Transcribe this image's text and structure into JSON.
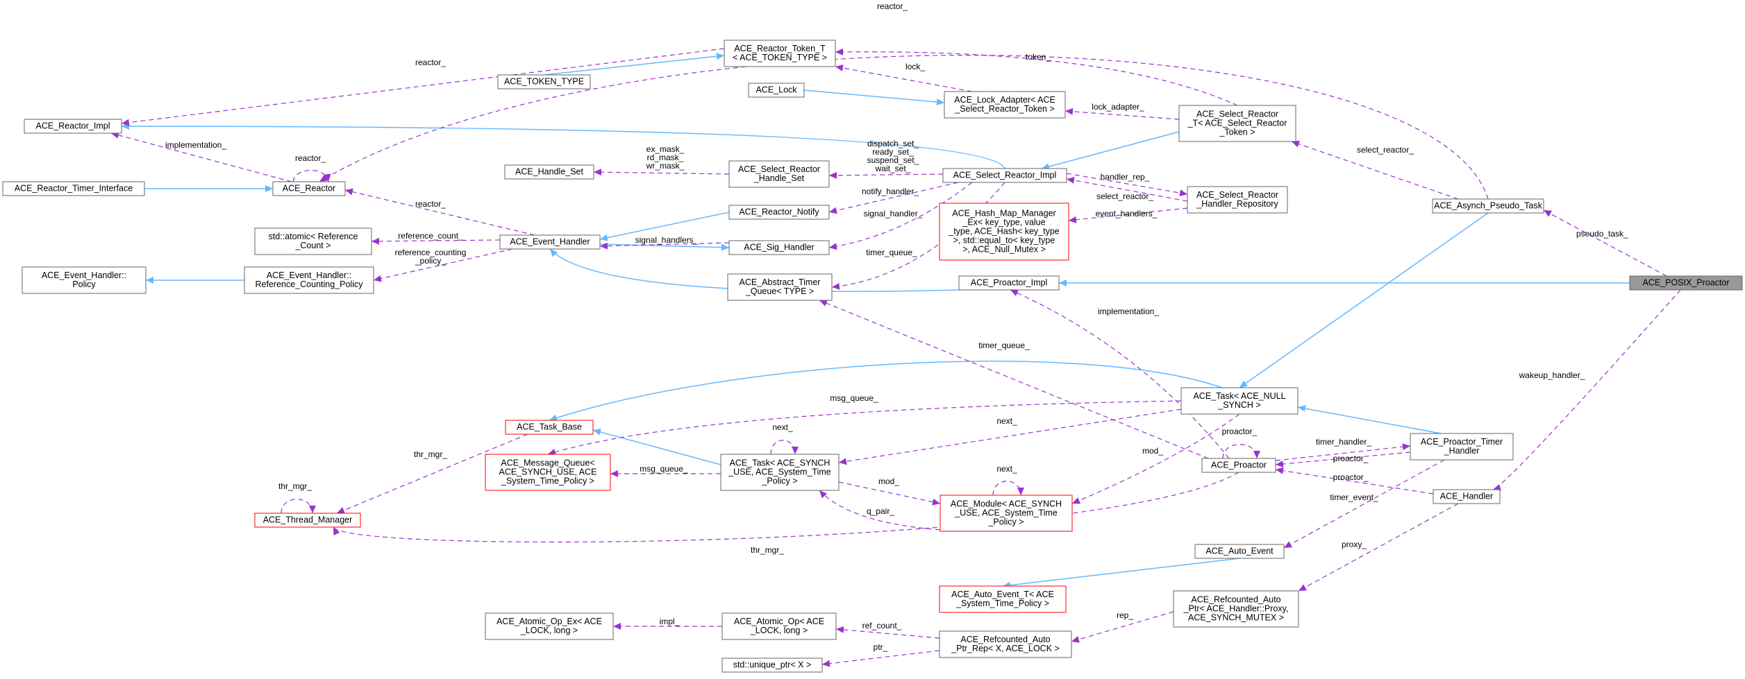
{
  "nodes": [
    {
      "id": "posix_proactor",
      "lines": [
        "ACE_POSIX_Proactor"
      ],
      "style": "root"
    },
    {
      "id": "asynch_pseudo_task",
      "lines": [
        "ACE_Asynch_Pseudo_Task"
      ],
      "style": "normal"
    },
    {
      "id": "proactor_impl",
      "lines": [
        "ACE_Proactor_Impl"
      ],
      "style": "normal"
    },
    {
      "id": "handler",
      "lines": [
        "ACE_Handler"
      ],
      "style": "normal"
    },
    {
      "id": "select_reactor_t",
      "lines": [
        "ACE_Select_Reactor",
        "_T< ACE_Select_Reactor",
        "_Token >"
      ],
      "style": "normal"
    },
    {
      "id": "task_null_synch",
      "lines": [
        "ACE_Task< ACE_NULL",
        "_SYNCH >"
      ],
      "style": "normal"
    },
    {
      "id": "reactor_impl",
      "lines": [
        "ACE_Reactor_Impl"
      ],
      "style": "normal"
    },
    {
      "id": "reactor_token_t",
      "lines": [
        "ACE_Reactor_Token_T",
        "< ACE_TOKEN_TYPE >"
      ],
      "style": "normal"
    },
    {
      "id": "token_type",
      "lines": [
        "ACE_TOKEN_TYPE"
      ],
      "style": "normal"
    },
    {
      "id": "lock",
      "lines": [
        "ACE_Lock"
      ],
      "style": "normal"
    },
    {
      "id": "lock_adapter",
      "lines": [
        "ACE_Lock_Adapter< ACE",
        "_Select_Reactor_Token >"
      ],
      "style": "normal"
    },
    {
      "id": "select_reactor_impl",
      "lines": [
        "ACE_Select_Reactor_Impl"
      ],
      "style": "normal"
    },
    {
      "id": "handle_set",
      "lines": [
        "ACE_Handle_Set"
      ],
      "style": "normal"
    },
    {
      "id": "select_reactor_handle_set",
      "lines": [
        "ACE_Select_Reactor",
        "_Handle_Set"
      ],
      "style": "normal"
    },
    {
      "id": "reactor",
      "lines": [
        "ACE_Reactor"
      ],
      "style": "normal"
    },
    {
      "id": "reactor_timer_interface",
      "lines": [
        "ACE_Reactor_Timer_Interface"
      ],
      "style": "normal"
    },
    {
      "id": "reactor_notify",
      "lines": [
        "ACE_Reactor_Notify"
      ],
      "style": "normal"
    },
    {
      "id": "select_reactor_handler_repo",
      "lines": [
        "ACE_Select_Reactor",
        "_Handler_Repository"
      ],
      "style": "normal"
    },
    {
      "id": "hash_map_manager",
      "lines": [
        "ACE_Hash_Map_Manager",
        "_Ex< key_type, value",
        "_type, ACE_Hash< key_type",
        ">, std::equal_to< key_type",
        ">, ACE_Null_Mutex >"
      ],
      "style": "red"
    },
    {
      "id": "atomic_ref_count",
      "lines": [
        "std::atomic< Reference",
        "_Count >"
      ],
      "style": "normal"
    },
    {
      "id": "event_handler",
      "lines": [
        "ACE_Event_Handler"
      ],
      "style": "normal"
    },
    {
      "id": "sig_handler",
      "lines": [
        "ACE_Sig_Handler"
      ],
      "style": "normal"
    },
    {
      "id": "eh_policy",
      "lines": [
        "ACE_Event_Handler::",
        "Policy"
      ],
      "style": "normal"
    },
    {
      "id": "eh_ref_counting_policy",
      "lines": [
        "ACE_Event_Handler::",
        "Reference_Counting_Policy"
      ],
      "style": "normal"
    },
    {
      "id": "abstract_timer_queue",
      "lines": [
        "ACE_Abstract_Timer",
        "_Queue< TYPE >"
      ],
      "style": "normal"
    },
    {
      "id": "task_base",
      "lines": [
        "ACE_Task_Base"
      ],
      "style": "red"
    },
    {
      "id": "message_queue",
      "lines": [
        "ACE_Message_Queue<",
        "ACE_SYNCH_USE, ACE",
        "_System_Time_Policy >"
      ],
      "style": "red"
    },
    {
      "id": "task_synch",
      "lines": [
        "ACE_Task< ACE_SYNCH",
        "_USE, ACE_System_Time",
        "_Policy >"
      ],
      "style": "normal"
    },
    {
      "id": "thread_manager",
      "lines": [
        "ACE_Thread_Manager"
      ],
      "style": "red"
    },
    {
      "id": "module",
      "lines": [
        "ACE_Module< ACE_SYNCH",
        "_USE, ACE_System_Time",
        "_Policy >"
      ],
      "style": "red"
    },
    {
      "id": "proactor",
      "lines": [
        "ACE_Proactor"
      ],
      "style": "normal"
    },
    {
      "id": "proactor_timer_handler",
      "lines": [
        "ACE_Proactor_Timer",
        "_Handler"
      ],
      "style": "normal"
    },
    {
      "id": "auto_event",
      "lines": [
        "ACE_Auto_Event"
      ],
      "style": "normal"
    },
    {
      "id": "auto_event_t",
      "lines": [
        "ACE_Auto_Event_T< ACE",
        "_System_Time_Policy >"
      ],
      "style": "red"
    },
    {
      "id": "refcounted_auto_ptr",
      "lines": [
        "ACE_Refcounted_Auto",
        "_Ptr< ACE_Handler::Proxy,",
        "ACE_SYNCH_MUTEX >"
      ],
      "style": "normal"
    },
    {
      "id": "atomic_op_ex",
      "lines": [
        "ACE_Atomic_Op_Ex< ACE",
        "_LOCK, long >"
      ],
      "style": "normal"
    },
    {
      "id": "atomic_op",
      "lines": [
        "ACE_Atomic_Op< ACE",
        "_LOCK, long >"
      ],
      "style": "normal"
    },
    {
      "id": "refcounted_auto_ptr_rep",
      "lines": [
        "ACE_Refcounted_Auto",
        "_Ptr_Rep< X, ACE_LOCK >"
      ],
      "style": "normal"
    },
    {
      "id": "unique_ptr",
      "lines": [
        "std::unique_ptr< X >"
      ],
      "style": "normal"
    }
  ],
  "edges": [
    {
      "from": "reactor_timer_interface",
      "to": "reactor",
      "kind": "inheritance",
      "label": ""
    },
    {
      "from": "token_type",
      "to": "reactor_token_t",
      "kind": "inheritance",
      "label": ""
    },
    {
      "from": "lock",
      "to": "lock_adapter",
      "kind": "inheritance",
      "label": ""
    },
    {
      "from": "reactor_impl",
      "to": "select_reactor_impl",
      "kind": "inheritance",
      "label": ""
    },
    {
      "from": "select_reactor_impl",
      "to": "select_reactor_t",
      "kind": "inheritance",
      "label": ""
    },
    {
      "from": "event_handler",
      "to": "reactor_notify",
      "kind": "inheritance",
      "label": ""
    },
    {
      "from": "event_handler",
      "to": "sig_handler",
      "kind": "inheritance",
      "label": ""
    },
    {
      "from": "event_handler",
      "to": "proactor_impl",
      "kind": "inheritance",
      "label": ""
    },
    {
      "from": "eh_policy",
      "to": "eh_ref_counting_policy",
      "kind": "inheritance",
      "label": ""
    },
    {
      "from": "proactor_impl",
      "to": "posix_proactor",
      "kind": "inheritance",
      "label": ""
    },
    {
      "from": "task_null_synch",
      "to": "asynch_pseudo_task",
      "kind": "inheritance",
      "label": ""
    },
    {
      "from": "task_base",
      "to": "task_null_synch",
      "kind": "inheritance",
      "label": ""
    },
    {
      "from": "task_base",
      "to": "task_synch",
      "kind": "inheritance",
      "label": ""
    },
    {
      "from": "task_null_synch",
      "to": "proactor_timer_handler",
      "kind": "inheritance",
      "label": ""
    },
    {
      "from": "auto_event_t",
      "to": "auto_event",
      "kind": "inheritance",
      "label": ""
    },
    {
      "from": "asynch_pseudo_task",
      "to": "reactor",
      "kind": "usage",
      "label": "reactor_"
    },
    {
      "from": "reactor_token_t",
      "to": "reactor_impl",
      "kind": "usage",
      "label": "reactor_"
    },
    {
      "from": "reactor",
      "to": "reactor_impl",
      "kind": "usage",
      "label": "implementation_"
    },
    {
      "from": "reactor",
      "to": "reactor",
      "kind": "usage",
      "label": "reactor_"
    },
    {
      "from": "event_handler",
      "to": "reactor",
      "kind": "usage",
      "label": "reactor_"
    },
    {
      "from": "select_reactor_t",
      "to": "reactor_token_t",
      "kind": "usage",
      "label": "token_"
    },
    {
      "from": "lock_adapter",
      "to": "reactor_token_t",
      "kind": "usage",
      "label": "lock_"
    },
    {
      "from": "select_reactor_t",
      "to": "lock_adapter",
      "kind": "usage",
      "label": "lock_adapter_"
    },
    {
      "from": "select_reactor_handle_set",
      "to": "handle_set",
      "kind": "usage",
      "label": "ex_mask_\nrd_mask_\nwr_mask_"
    },
    {
      "from": "select_reactor_impl",
      "to": "select_reactor_handle_set",
      "kind": "usage",
      "label": "dispatch_set_\nready_set_\nsuspend_set_\nwait_set_"
    },
    {
      "from": "select_reactor_impl",
      "to": "reactor_notify",
      "kind": "usage",
      "label": "notify_handler_"
    },
    {
      "from": "select_reactor_impl",
      "to": "sig_handler",
      "kind": "usage",
      "label": "signal_handler_"
    },
    {
      "from": "select_reactor_impl",
      "to": "abstract_timer_queue",
      "kind": "usage",
      "label": "timer_queue_"
    },
    {
      "from": "select_reactor_impl",
      "to": "select_reactor_handler_repo",
      "kind": "usage",
      "label": "handler_rep_"
    },
    {
      "from": "select_reactor_handler_repo",
      "to": "select_reactor_impl",
      "kind": "usage",
      "label": "select_reactor_"
    },
    {
      "from": "select_reactor_handler_repo",
      "to": "hash_map_manager",
      "kind": "usage",
      "label": "event_handlers_"
    },
    {
      "from": "asynch_pseudo_task",
      "to": "select_reactor_t",
      "kind": "usage",
      "label": "select_reactor_"
    },
    {
      "from": "event_handler",
      "to": "atomic_ref_count",
      "kind": "usage",
      "label": "reference_count_"
    },
    {
      "from": "event_handler",
      "to": "eh_ref_counting_policy",
      "kind": "usage",
      "label": "reference_counting\n_policy_"
    },
    {
      "from": "sig_handler",
      "to": "event_handler",
      "kind": "usage",
      "label": "signal_handlers_"
    },
    {
      "from": "posix_proactor",
      "to": "asynch_pseudo_task",
      "kind": "usage",
      "label": "pseudo_task_"
    },
    {
      "from": "posix_proactor",
      "to": "handler",
      "kind": "usage",
      "label": "wakeup_handler_"
    },
    {
      "from": "proactor",
      "to": "proactor_impl",
      "kind": "usage",
      "label": "implementation_"
    },
    {
      "from": "proactor",
      "to": "abstract_timer_queue",
      "kind": "usage",
      "label": "timer_queue_"
    },
    {
      "from": "task_null_synch",
      "to": "message_queue",
      "kind": "usage",
      "label": "msg_queue_"
    },
    {
      "from": "task_synch",
      "to": "message_queue",
      "kind": "usage",
      "label": "msg_queue_"
    },
    {
      "from": "task_null_synch",
      "to": "task_synch",
      "kind": "usage",
      "label": "next_"
    },
    {
      "from": "task_null_synch",
      "to": "module",
      "kind": "usage",
      "label": "mod_"
    },
    {
      "from": "task_synch",
      "to": "task_synch",
      "kind": "usage",
      "label": "next_"
    },
    {
      "from": "task_synch",
      "to": "module",
      "kind": "usage",
      "label": "mod_"
    },
    {
      "from": "module",
      "to": "task_synch",
      "kind": "usage",
      "label": "q_pair_"
    },
    {
      "from": "module",
      "to": "module",
      "kind": "usage",
      "label": "next_"
    },
    {
      "from": "task_base",
      "to": "thread_manager",
      "kind": "usage",
      "label": "thr_mgr_"
    },
    {
      "from": "thread_manager",
      "to": "thread_manager",
      "kind": "usage",
      "label": "thr_mgr_"
    },
    {
      "from": "proactor",
      "to": "thread_manager",
      "kind": "usage",
      "label": "thr_mgr_"
    },
    {
      "from": "proactor",
      "to": "proactor",
      "kind": "usage",
      "label": "proactor_"
    },
    {
      "from": "proactor",
      "to": "proactor_timer_handler",
      "kind": "usage",
      "label": "timer_handler_"
    },
    {
      "from": "proactor_timer_handler",
      "to": "proactor",
      "kind": "usage",
      "label": "proactor_"
    },
    {
      "from": "handler",
      "to": "proactor",
      "kind": "usage",
      "label": "proactor_"
    },
    {
      "from": "proactor_timer_handler",
      "to": "auto_event",
      "kind": "usage",
      "label": "timer_event_"
    },
    {
      "from": "handler",
      "to": "refcounted_auto_ptr",
      "kind": "usage",
      "label": "proxy_"
    },
    {
      "from": "refcounted_auto_ptr",
      "to": "refcounted_auto_ptr_rep",
      "kind": "usage",
      "label": "rep_"
    },
    {
      "from": "atomic_op",
      "to": "atomic_op_ex",
      "kind": "usage",
      "label": "impl_"
    },
    {
      "from": "refcounted_auto_ptr_rep",
      "to": "atomic_op",
      "kind": "usage",
      "label": "ref_count_"
    },
    {
      "from": "refcounted_auto_ptr_rep",
      "to": "unique_ptr",
      "kind": "usage",
      "label": "ptr_"
    }
  ]
}
